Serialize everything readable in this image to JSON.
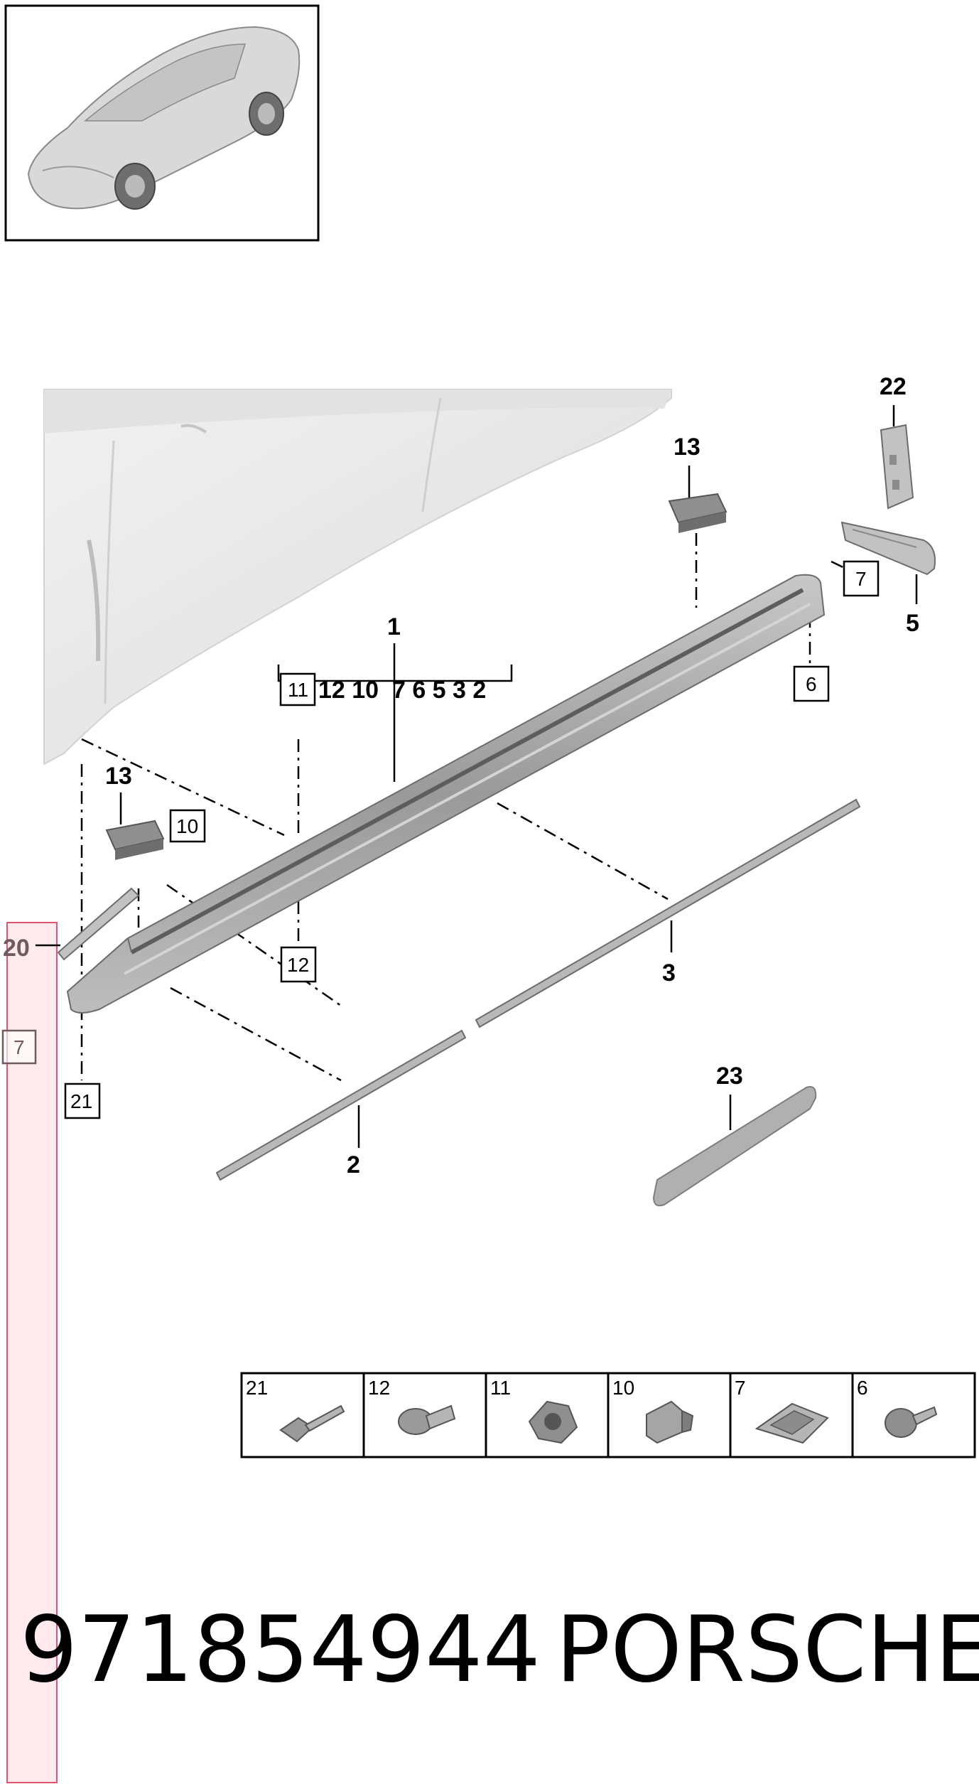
{
  "callouts": {
    "c1": "1",
    "c2": "2",
    "c3": "3",
    "c5": "5",
    "c13a": "13",
    "c13b": "13",
    "c20": "20",
    "c22": "22",
    "c23": "23"
  },
  "group_labels": {
    "boxed": "11",
    "rest": "12 10  7 6 5 3 2"
  },
  "boxed_refs": {
    "b10": "10",
    "b12": "12",
    "b6": "6",
    "b7_right": "7",
    "b7_left": "7",
    "b21": "21"
  },
  "parts_table": [
    {
      "number": "21",
      "icon": "push-rivet-icon"
    },
    {
      "number": "12",
      "icon": "expansion-rivet-icon"
    },
    {
      "number": "11",
      "icon": "grommet-nut-icon"
    },
    {
      "number": "10",
      "icon": "retaining-clip-icon"
    },
    {
      "number": "7",
      "icon": "spring-clip-icon"
    },
    {
      "number": "6",
      "icon": "torx-screw-icon"
    }
  ],
  "footer": {
    "part_number": "971854944",
    "brand": "PORSCHE"
  },
  "colors": {
    "part_gray": "#b4b4b4",
    "part_dark": "#7d7d7d",
    "body_gray": "#e9e9e9",
    "highlight_fill": "#ffe3e8",
    "highlight_stroke": "#e0556e"
  }
}
